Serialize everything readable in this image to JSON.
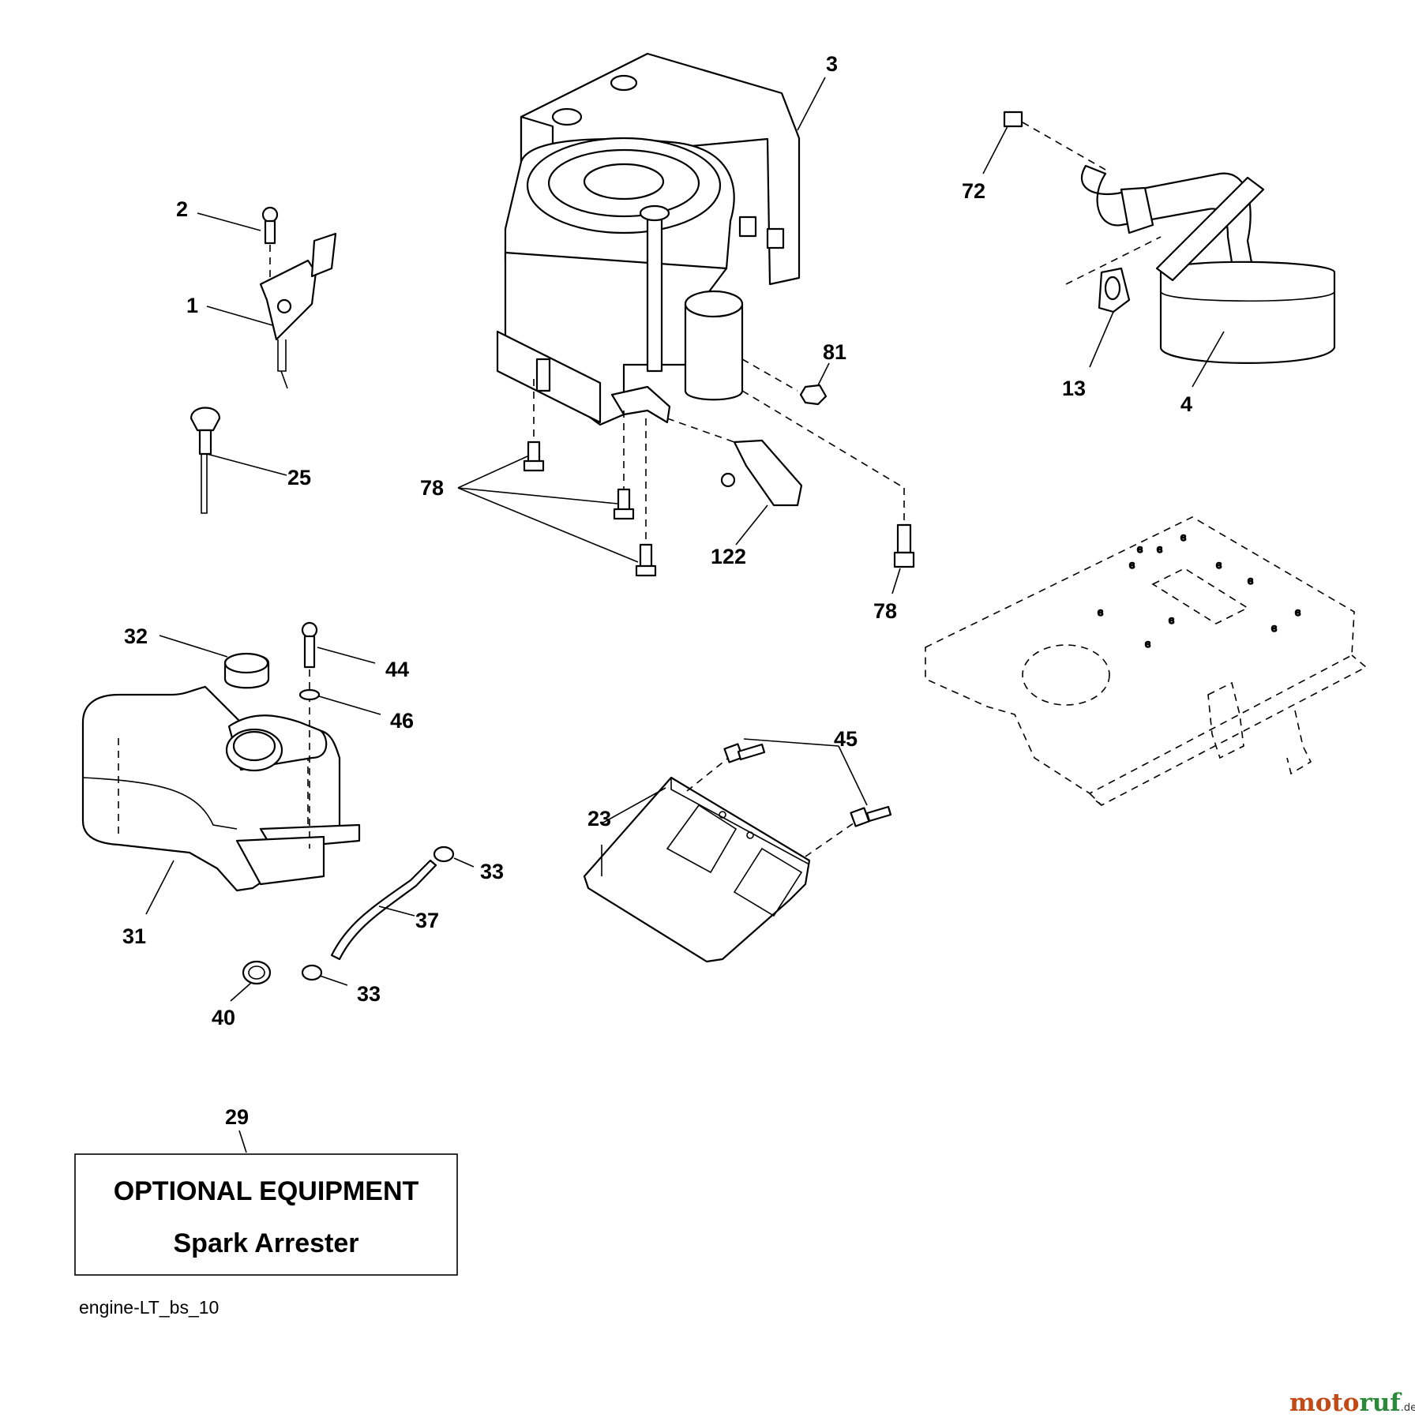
{
  "labels": {
    "l3": "3",
    "l2": "2",
    "l1": "1",
    "l25": "25",
    "l78a": "78",
    "l122": "122",
    "l78b": "78",
    "l81": "81",
    "l72": "72",
    "l13": "13",
    "l4": "4",
    "l32": "32",
    "l44": "44",
    "l46": "46",
    "l31": "31",
    "l33a": "33",
    "l37": "37",
    "l33b": "33",
    "l40": "40",
    "l23": "23",
    "l45": "45",
    "l29": "29"
  },
  "optional_box": {
    "title": "OPTIONAL EQUIPMENT",
    "subtitle": "Spark Arrester"
  },
  "diagram_ref": "engine-LT_bs_10",
  "watermark": {
    "part1": "moto",
    "part2": "ruf",
    "suffix": ".de"
  }
}
